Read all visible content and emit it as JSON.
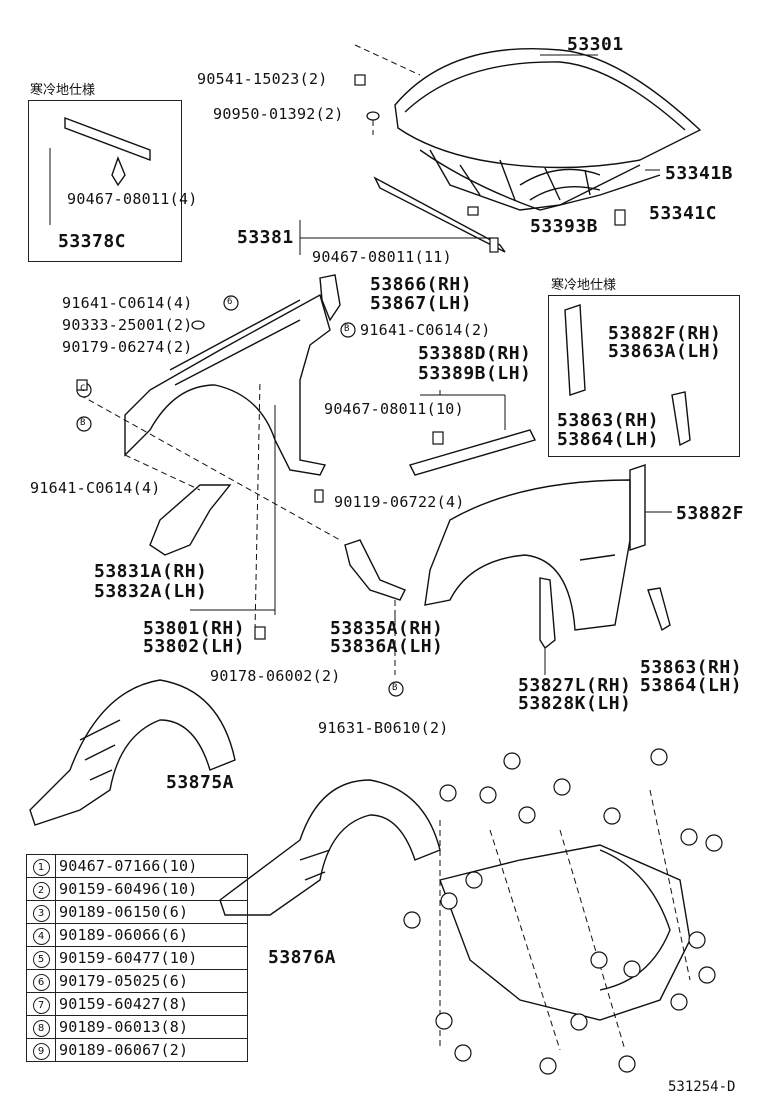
{
  "diagram_code": "531254-D",
  "insets": {
    "left_note": "寒冷地仕様",
    "right_note": "寒冷地仕様"
  },
  "labels": {
    "hood": "53301",
    "bolt_a": "90541-15023(2)",
    "cushion": "90950-01392(2)",
    "seal_b": "53341B",
    "seal_c": "53341C",
    "seal_393b": "53393B",
    "seal_381": "53381",
    "clip_381": "90467-08011(11)",
    "clip_inset_left": "90467-08011(4)",
    "seal_378c": "53378C",
    "bracket_rh": "53866(RH)",
    "bracket_lh": "53867(LH)",
    "nut_6_top": "91641-C0614(4)",
    "clip_25001": "90333-25001(2)",
    "nut_06274": "90179-06274(2)",
    "nut_b_top": "91641-C0614(2)",
    "seal_388d": "53388D(RH)",
    "seal_389b": "53389B(LH)",
    "clip_seal": "90467-08011(10)",
    "nut_b_bottom": "91641-C0614(4)",
    "bolt_06722": "90119-06722(4)",
    "apron_rh": "53831A(RH)",
    "apron_lh": "53832A(LH)",
    "fender_rh": "53801(RH)",
    "fender_lh": "53802(LH)",
    "bracket_835a": "53835A(RH)",
    "bracket_836a": "53836A(LH)",
    "nut_06002": "90178-06002(2)",
    "bolt_b0610": "91631-B0610(2)",
    "shield_rh": "53827L(RH)",
    "shield_lh": "53828K(LH)",
    "seal_882f": "53882F",
    "seal_863_rh": "53863(RH)",
    "seal_864_lh": "53864(LH)",
    "inset_882f": "53882F(RH)",
    "inset_863a": "53863A(LH)",
    "inset_863": "53863(RH)",
    "inset_864": "53864(LH)",
    "liner_875a": "53875A",
    "liner_876a": "53876A"
  },
  "legend": [
    {
      "num": "1",
      "part": "90467-07166(10)"
    },
    {
      "num": "2",
      "part": "90159-60496(10)"
    },
    {
      "num": "3",
      "part": "90189-06150(6)"
    },
    {
      "num": "4",
      "part": "90189-06066(6)"
    },
    {
      "num": "5",
      "part": "90159-60477(10)"
    },
    {
      "num": "6",
      "part": "90179-05025(6)"
    },
    {
      "num": "7",
      "part": "90159-60427(8)"
    },
    {
      "num": "8",
      "part": "90189-06013(8)"
    },
    {
      "num": "9",
      "part": "90189-06067(2)"
    }
  ],
  "callouts": {
    "b": "B",
    "c": "C",
    "six": "6"
  }
}
